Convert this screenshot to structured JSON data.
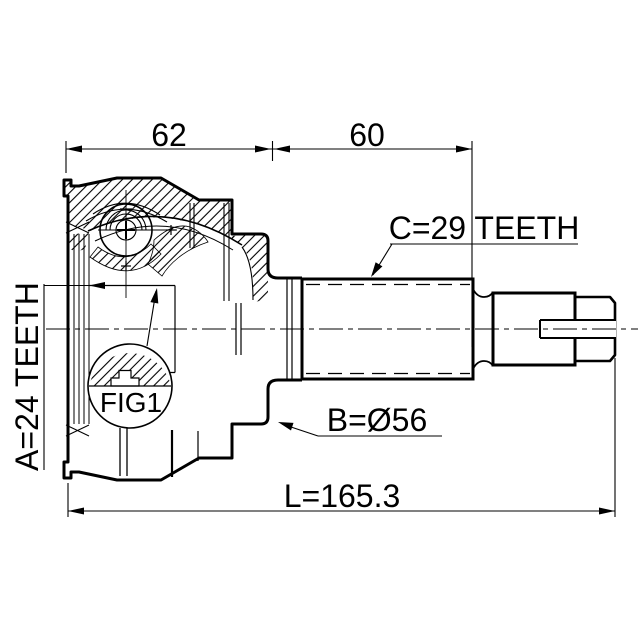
{
  "drawing": {
    "type": "technical-part-diagram",
    "part": "cv-joint-outer",
    "background_color": "#ffffff",
    "line_color": "#000000",
    "labels": {
      "dim_top_left": "62",
      "dim_top_right": "60",
      "outer_spline": "C=29 TEETH",
      "inner_spline": "A=24 TEETH",
      "outer_diameter": "B=Ø56",
      "total_length": "L=165.3",
      "detail_callout": "FIG1"
    },
    "measurements": {
      "segment_1": 62,
      "segment_2": 60,
      "inner_spline_teeth": 24,
      "outer_spline_teeth": 29,
      "body_diameter": 56,
      "total_length": 165.3
    }
  }
}
